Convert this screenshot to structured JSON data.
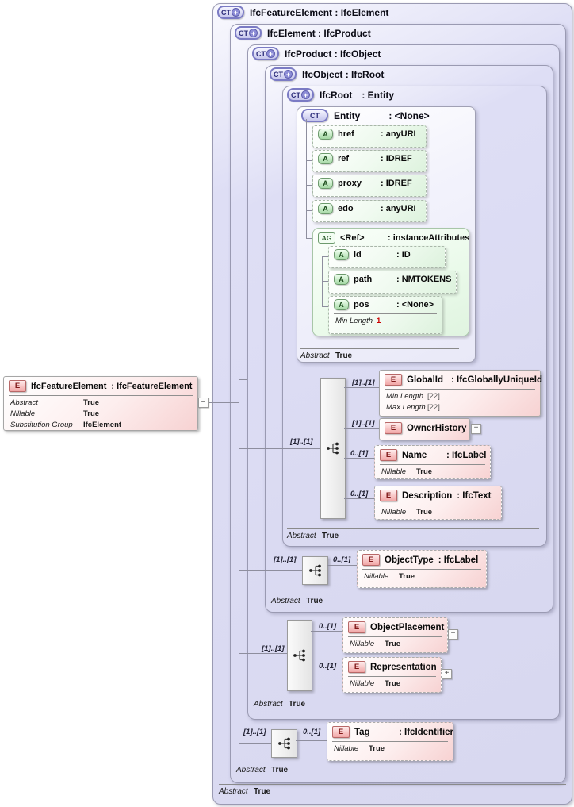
{
  "icons": {
    "collapse": "−",
    "expand": "+"
  },
  "left_element": {
    "badge": "E",
    "name": "IfcFeatureElement",
    "type": ": IfcFeatureElement",
    "facets": [
      {
        "label": "Abstract",
        "value": "True"
      },
      {
        "label": "Nillable",
        "value": "True"
      },
      {
        "label": "Substitution Group",
        "value": "IfcElement"
      }
    ]
  },
  "containers": {
    "c1": {
      "badge": "CT",
      "name": "IfcFeatureElement",
      "base": ": IfcElement",
      "footer": {
        "label": "Abstract",
        "value": "True"
      }
    },
    "c2": {
      "badge": "CT",
      "name": "IfcElement",
      "base": ": IfcProduct",
      "footer": {
        "label": "Abstract",
        "value": "True"
      }
    },
    "c3": {
      "badge": "CT",
      "name": "IfcProduct",
      "base": ": IfcObject",
      "footer": {
        "label": "Abstract",
        "value": "True"
      }
    },
    "c4": {
      "badge": "CT",
      "name": "IfcObject",
      "base": ": IfcRoot",
      "footer": {
        "label": "Abstract",
        "value": "True"
      }
    },
    "c5": {
      "badge": "CT",
      "name": "IfcRoot",
      "base": ": Entity",
      "footer": {
        "label": "Abstract",
        "value": "True"
      }
    }
  },
  "entity": {
    "badge": "CT",
    "name": "Entity",
    "type": ": <None>",
    "footer": {
      "label": "Abstract",
      "value": "True"
    },
    "attrs": [
      {
        "badge": "A",
        "name": "href",
        "type": ": anyURI"
      },
      {
        "badge": "A",
        "name": "ref",
        "type": ": IDREF"
      },
      {
        "badge": "A",
        "name": "proxy",
        "type": ": IDREF"
      },
      {
        "badge": "A",
        "name": "edo",
        "type": ": anyURI"
      }
    ],
    "group": {
      "badge": "AG",
      "name": "<Ref>",
      "type": ": instanceAttributes",
      "attrs": [
        {
          "badge": "A",
          "name": "id",
          "type": ": ID"
        },
        {
          "badge": "A",
          "name": "path",
          "type": ": NMTOKENS"
        },
        {
          "badge": "A",
          "name": "pos",
          "type": ": <None>",
          "facet": {
            "label": "Min Length",
            "value": "1"
          }
        }
      ]
    }
  },
  "root_seq": {
    "card": "[1]..[1]",
    "globalid": {
      "card": "[1]..[1]",
      "badge": "E",
      "name": "GlobalId",
      "type": ": IfcGloballyUniqueId",
      "facets": [
        {
          "label": "Min Length",
          "value": "[22]"
        },
        {
          "label": "Max Length",
          "value": "[22]"
        }
      ]
    },
    "ownerhistory": {
      "card": "[1]..[1]",
      "badge": "E",
      "name": "OwnerHistory"
    },
    "name": {
      "card": "0..[1]",
      "badge": "E",
      "name": "Name",
      "type": ": IfcLabel",
      "facet": {
        "label": "Nillable",
        "value": "True"
      }
    },
    "description": {
      "card": "0..[1]",
      "badge": "E",
      "name": "Description",
      "type": ": IfcText",
      "facet": {
        "label": "Nillable",
        "value": "True"
      }
    }
  },
  "object_seq": {
    "card": "[1]..[1]",
    "objecttype": {
      "card": "0..[1]",
      "badge": "E",
      "name": "ObjectType",
      "type": ": IfcLabel",
      "facet": {
        "label": "Nillable",
        "value": "True"
      }
    }
  },
  "product_seq": {
    "card": "[1]..[1]",
    "objectplacement": {
      "card": "0..[1]",
      "badge": "E",
      "name": "ObjectPlacement",
      "facet": {
        "label": "Nillable",
        "value": "True"
      }
    },
    "representation": {
      "card": "0..[1]",
      "badge": "E",
      "name": "Representation",
      "facet": {
        "label": "Nillable",
        "value": "True"
      }
    }
  },
  "element_seq": {
    "card": "[1]..[1]",
    "tag": {
      "card": "0..[1]",
      "badge": "E",
      "name": "Tag",
      "type": ": IfcIdentifier",
      "facet": {
        "label": "Nillable",
        "value": "True"
      }
    }
  }
}
